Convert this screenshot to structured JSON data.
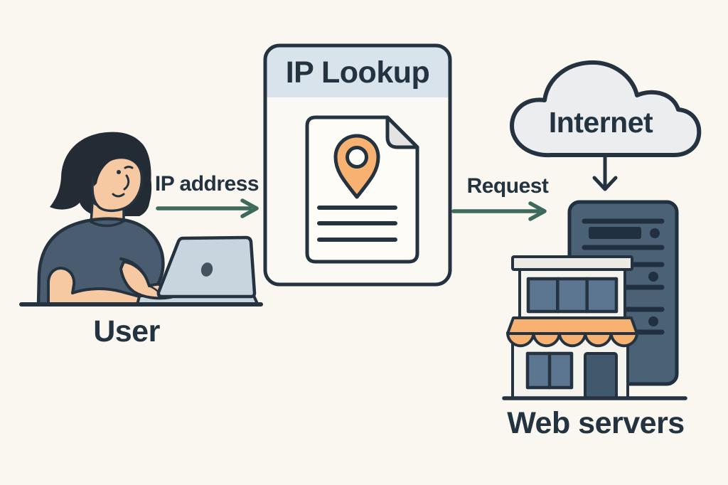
{
  "diagram_type": "ip-lookup-flow",
  "nodes": {
    "user": {
      "label": "User"
    },
    "ip_lookup": {
      "label": "IP Lookup"
    },
    "internet": {
      "label": "Internet"
    },
    "web_servers": {
      "label": "Web servers"
    }
  },
  "edges": [
    {
      "label": "IP address",
      "from": "user",
      "to": "ip_lookup",
      "direction": "right"
    },
    {
      "label": "Request",
      "from": "ip_lookup",
      "to": "web_servers",
      "direction": "right"
    },
    {
      "label": "",
      "from": "internet",
      "to": "web_servers",
      "direction": "down"
    }
  ],
  "colors": {
    "background": "#faf7f0",
    "outline_navy": "#24333f",
    "text_navy": "#243340",
    "arrow_teal": "#3d6a5d",
    "accent_orange": "#f7b170",
    "card_header_blue": "#d8e3ec",
    "card_body": "#fbf9f3",
    "cloud_gray": "#ecedef",
    "server_slate": "#4b6276",
    "server_detail_dark": "#203040",
    "window_slate": "#5c7590",
    "building_wall": "#f4f3ee",
    "laptop_gray": "#c8d5df",
    "skin": "#f6c9a3",
    "shirt_slate": "#4a5d70",
    "hair_dark": "#232c34",
    "door_slate": "#42586c"
  }
}
